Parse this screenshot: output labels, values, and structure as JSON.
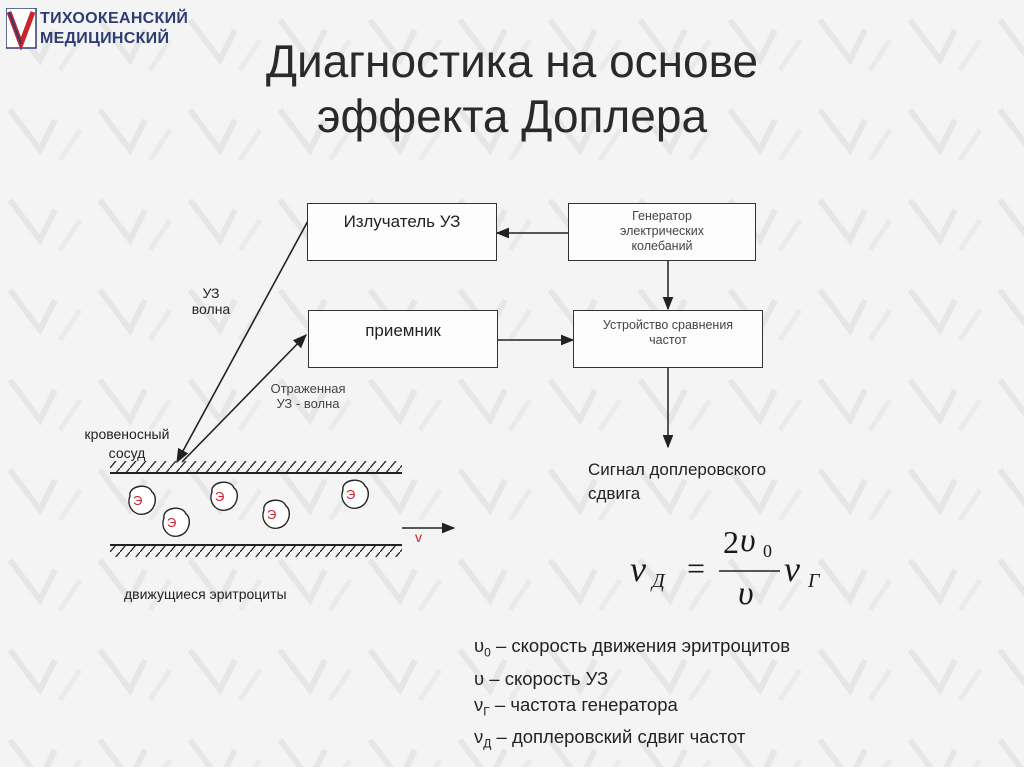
{
  "logo": {
    "line1": "ТИХООКЕАНСКИЙ",
    "line2": "МЕДИЦИНСКИЙ",
    "colors": {
      "red": "#c8242c",
      "blue": "#2d3d74"
    }
  },
  "title": {
    "line1": "Диагностика на основе",
    "line2": "эффекта Доплера"
  },
  "blocks": {
    "emitter": "Излучатель УЗ",
    "generator": [
      "Генератор",
      "электрических",
      "колебаний"
    ],
    "receiver": "приемник",
    "comparator": [
      "Устройство сравнения",
      "частот"
    ]
  },
  "labels": {
    "us_wave": [
      "УЗ",
      "волна"
    ],
    "reflected": [
      "Отраженная",
      "УЗ - волна"
    ],
    "vessel": [
      "кровеносный",
      "сосуд"
    ],
    "signal": [
      "Сигнал доплеровского",
      "сдвига"
    ],
    "rbc_caption": "движущиеся эритроциты",
    "rbc_letter": "Э",
    "velocity": "v"
  },
  "formula": {
    "lhs": "ν",
    "lhs_sub": "Д",
    "equals": "=",
    "num_coef": "2",
    "num_var": "υ",
    "num_sub": "0",
    "den": "υ",
    "rhs": "ν",
    "rhs_sub": "Г"
  },
  "legend": [
    {
      "symbol": "υ",
      "sub": "0",
      "text": " – скорость движения эритроцитов"
    },
    {
      "symbol": "υ",
      "sub": "",
      "text": " – скорость УЗ"
    },
    {
      "symbol": "ν",
      "sub": "Г",
      "text": " – частота генератора"
    },
    {
      "symbol": "ν",
      "sub": "Д",
      "text": " – доплеровский сдвиг частот"
    }
  ],
  "colors": {
    "red": "#c8242c",
    "line": "#222222",
    "background": "#f4f4f4"
  }
}
